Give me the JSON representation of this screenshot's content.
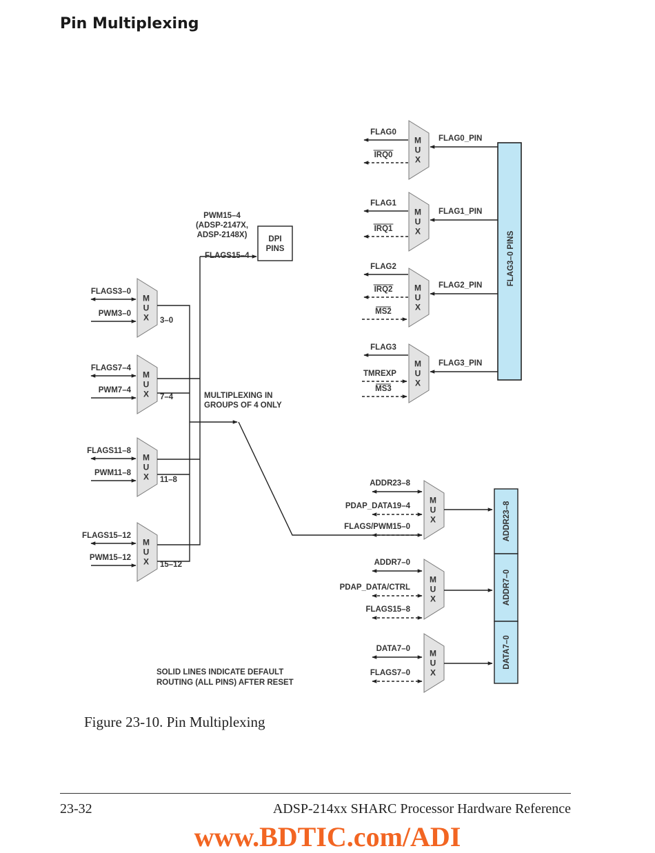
{
  "header": {
    "section_title": "Pin Multiplexing"
  },
  "colors": {
    "mux_fill": "#e3e3e3",
    "pin_fill": "#bfe6f5",
    "line": "#222222",
    "watermark": "#f26522"
  },
  "diagram": {
    "mux_letters": [
      "M",
      "U",
      "X"
    ],
    "dpi": {
      "pwm_label": [
        "PWM15–4",
        "(ADSP-2147X,",
        "ADSP-2148X)"
      ],
      "flags_label": "FLAGS15–4",
      "box_label": [
        "DPI",
        "PINS"
      ]
    },
    "left_groups": [
      {
        "flags": "FLAGS3–0",
        "pwm": "PWM3–0",
        "bits": "3–0"
      },
      {
        "flags": "FLAGS7–4",
        "pwm": "PWM7–4",
        "bits": "7–4"
      },
      {
        "flags": "FLAGS11–8",
        "pwm": "PWM11–8",
        "bits": "11–8"
      },
      {
        "flags": "FLAGS15–12",
        "pwm": "PWM15–12",
        "bits": "15–12"
      }
    ],
    "multiplexing_note": [
      "MULTIPLEXING IN",
      "GROUPS OF 4 ONLY"
    ],
    "flag_pins": {
      "rows": [
        {
          "outputs": [
            "FLAG0",
            "IRQ0"
          ],
          "overbar": [
            false,
            true
          ],
          "pin": "FLAG0_PIN"
        },
        {
          "outputs": [
            "FLAG1",
            "IRQ1"
          ],
          "overbar": [
            false,
            true
          ],
          "pin": "FLAG1_PIN"
        },
        {
          "outputs": [
            "FLAG2",
            "IRQ2",
            "MS2"
          ],
          "overbar": [
            false,
            true,
            true
          ],
          "pin": "FLAG2_PIN"
        },
        {
          "outputs": [
            "FLAG3",
            "TMREXP",
            "MS3"
          ],
          "overbar": [
            false,
            false,
            true
          ],
          "pin": "FLAG3_PIN"
        }
      ],
      "bus_label": "FLAG3–0 PINS"
    },
    "addr_muxes": [
      {
        "inputs": [
          "ADDR23–8",
          "PDAP_DATA19–4",
          "FLAGS/PWM15–0"
        ],
        "pin": "ADDR23–8"
      },
      {
        "inputs": [
          "ADDR7–0",
          "PDAP_DATA/CTRL",
          "FLAGS15–8"
        ],
        "pin": "ADDR7–0"
      },
      {
        "inputs": [
          "DATA7–0",
          "FLAGS7–0"
        ],
        "pin": "DATA7–0"
      }
    ],
    "legend_note": [
      "SOLID LINES INDICATE DEFAULT",
      "ROUTING (ALL PINS) AFTER RESET"
    ]
  },
  "caption": "Figure 23-10. Pin Multiplexing",
  "footer": {
    "page_number": "23-32",
    "doc_title": "ADSP-214xx SHARC Processor Hardware Reference",
    "watermark": "www.BDTIC.com/ADI"
  }
}
